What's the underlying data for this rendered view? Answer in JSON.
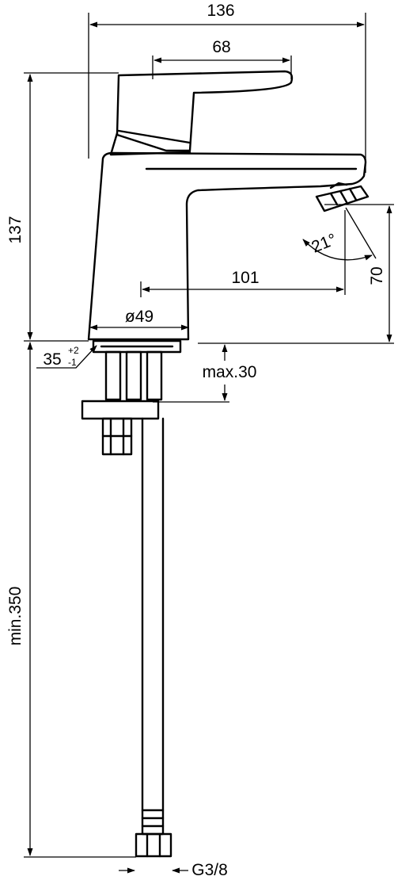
{
  "drawing": {
    "dimensions": {
      "overall_width": "136",
      "handle_width": "68",
      "overall_height": "137",
      "spout_reach": "101",
      "spout_height": "70",
      "spout_angle": "21°",
      "base_diameter": "ø49",
      "countertop_thickness": "max.30",
      "supply_hose_length": "min.350",
      "connection_thread": "G3/8",
      "mounting_hole": "35",
      "mounting_hole_tol_upper": "+2",
      "mounting_hole_tol_lower": "-1"
    }
  }
}
